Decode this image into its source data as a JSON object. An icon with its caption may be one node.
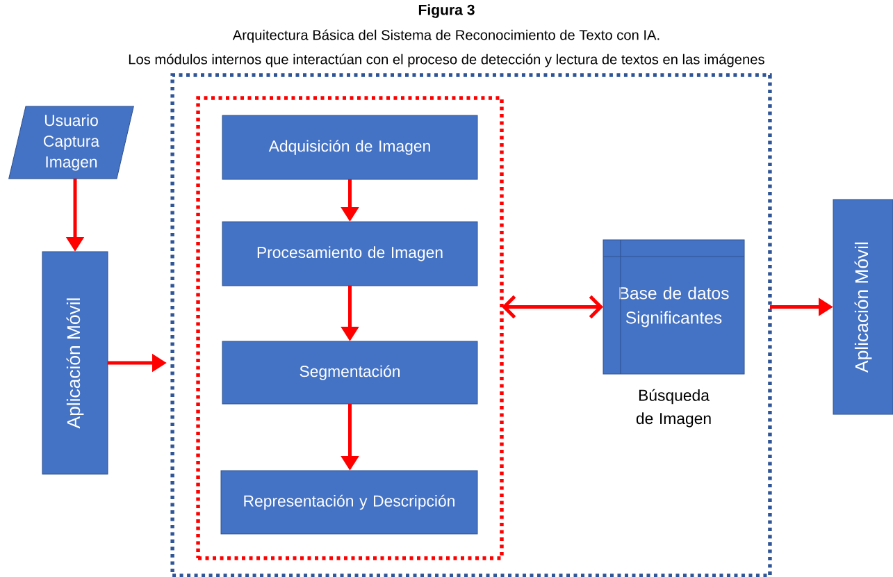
{
  "diagram": {
    "title": "Figura 3",
    "caption": "Arquitectura Básica del Sistema de Reconocimiento de Texto con IA.",
    "nodes": [
      {
        "text": [
          "Usuario Captura Imagen"
        ]
      },
      {
        "text": [
          "Aplicación Móvil"
        ]
      },
      {
        "text": [],
        "shape": "box"
      },
      {
        "text": [],
        "shape": "box",
        "in": 2
      },
      {
        "text": [
          "Adquisición de Imagen"
        ],
        "in": 3
      },
      {
        "text": [
          "Procesamiento de Imagen"
        ],
        "in": 3
      },
      {
        "text": [
          "Segmentación"
        ],
        "in": 3
      },
      {
        "text": [
          "Representación y Descripción"
        ],
        "in": 3
      },
      {
        "text": [
          "Base de datos Significantes"
        ],
        "in": 2,
        "beside": [
          "Búsqueda de Imagen"
        ]
      },
      {
        "text": [
          "Aplicación Móvil"
        ]
      }
    ],
    "edges": [
      {
        "from": 0,
        "to": 1,
        "arrow": "to"
      },
      {
        "from": 1,
        "to": 2,
        "arrow": "to"
      },
      {
        "from": 4,
        "to": 5,
        "arrow": "to"
      },
      {
        "from": 5,
        "to": 6,
        "arrow": "to"
      },
      {
        "from": 6,
        "to": 7,
        "arrow": "to"
      },
      {
        "from": 3,
        "to": 8,
        "arrow": "both"
      },
      {
        "from": 2,
        "to": 9,
        "arrow": "to"
      }
    ],
    "labels": [
      "Los módulos internos que interactúan con el proceso de detección y lectura de textos en las imágenes"
    ]
  }
}
